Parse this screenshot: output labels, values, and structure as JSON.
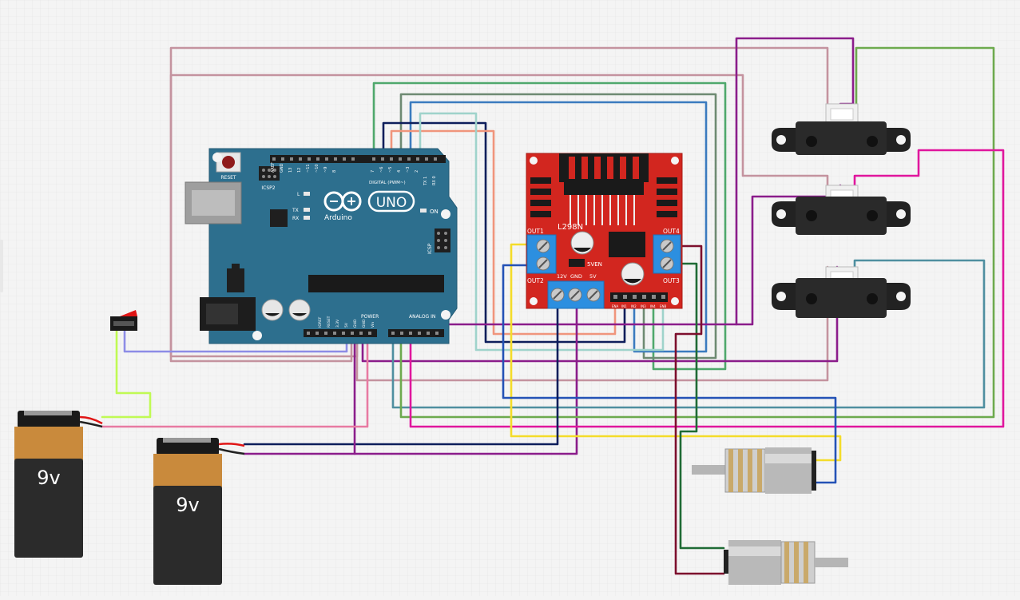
{
  "arduino": {
    "brand": "Arduino",
    "model": "UNO",
    "reset_label": "RESET",
    "icsp_label": "ICSP",
    "icsp2_label": "ICSP2",
    "l_label": "L",
    "tx_label": "TX",
    "rx_label": "RX",
    "on_label": "ON",
    "digital_label": "DIGITAL (PWM~)",
    "power_label": "POWER",
    "analog_label": "ANALOG IN",
    "top_pins": [
      "AREF",
      "GND",
      "13",
      "12",
      "~11",
      "~10",
      "~9",
      "8",
      "7",
      "~6",
      "~5",
      "4",
      "~3",
      "2",
      "TX 1",
      "RX 0"
    ],
    "power_pins": [
      "IOREF",
      "RESET",
      "3.3V",
      "5V",
      "GND",
      "GND",
      "Vin"
    ]
  },
  "driver": {
    "model": "L298N",
    "out1": "OUT1",
    "out2": "OUT2",
    "out3": "OUT3",
    "out4": "OUT4",
    "v12": "12V",
    "gnd": "GND",
    "v5": "5V",
    "enable": "5VEN",
    "input_pins": [
      "ENA",
      "IN1",
      "IN2",
      "IN3",
      "IN4",
      "ENB"
    ]
  },
  "batteries": [
    {
      "label": "9v"
    },
    {
      "label": "9v"
    }
  ],
  "colors": {
    "board_blue": "#2d6f8e",
    "driver_red": "#d2261f",
    "terminal_blue": "#2c8fe0",
    "battery_orange": "#c98a3c",
    "battery_body": "#2b2b2b"
  }
}
